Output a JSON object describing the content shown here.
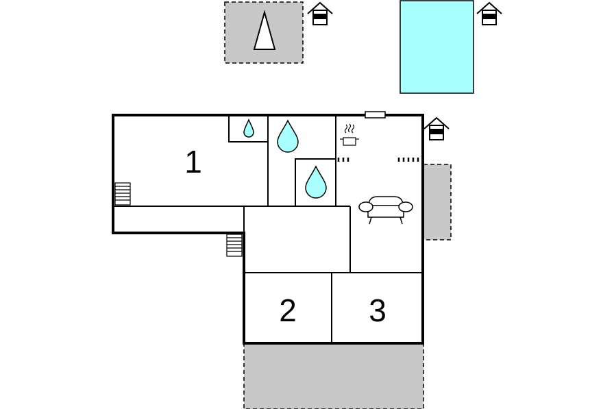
{
  "floorplan": {
    "rooms": [
      {
        "id": "room-1",
        "label": "1"
      },
      {
        "id": "room-2",
        "label": "2"
      },
      {
        "id": "room-3",
        "label": "3"
      }
    ],
    "icons": {
      "tent": "tent-icon",
      "outdoor": "house-outdoor-icon",
      "water": "water-drop-icon",
      "kitchen": "cooking-pot-icon",
      "sofa": "sofa-icon",
      "stairs": "stairs-icon"
    },
    "colors": {
      "wall": "#000000",
      "terrace": "#c8c8c8",
      "pool": "#aaffff",
      "water": "#aaffff"
    }
  }
}
